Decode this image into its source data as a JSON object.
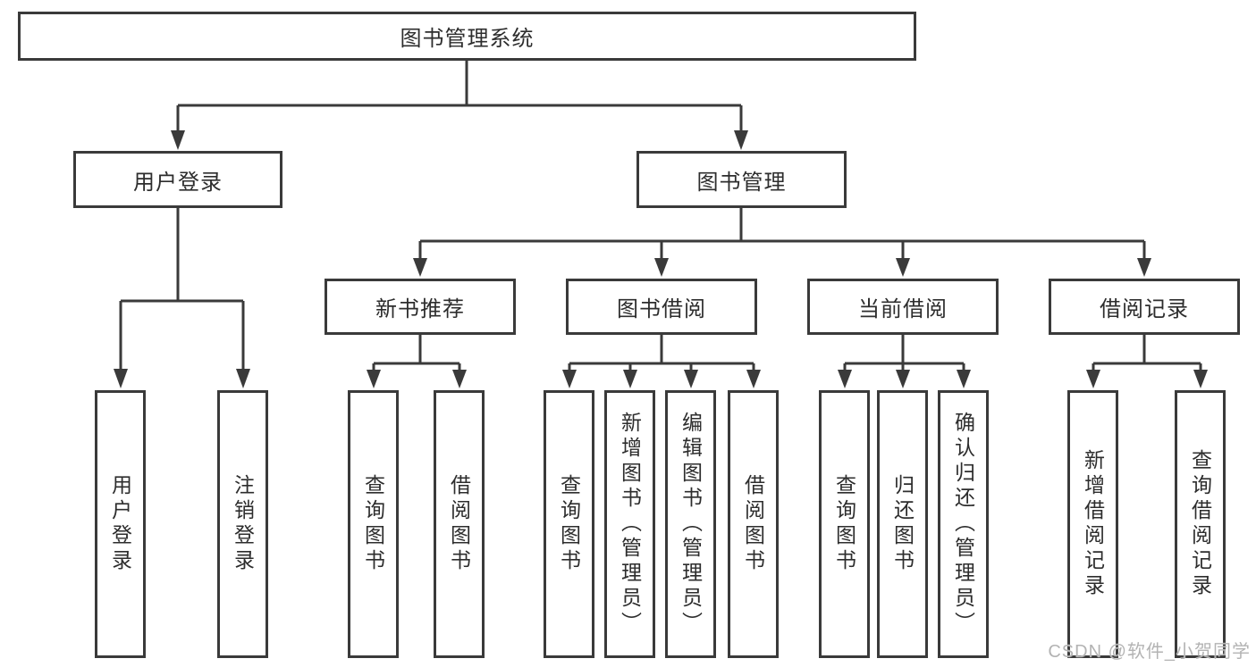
{
  "diagram": {
    "type": "tree",
    "title": "图书管理系统",
    "colors": {
      "line": "#3a3a3a",
      "box_border": "#3a3a3a",
      "box_fill": "#ffffff",
      "text": "#2d2d2d",
      "watermark": "#b3b3b3",
      "background": "#ffffff"
    },
    "root": {
      "label": "图书管理系统"
    },
    "level2": [
      {
        "id": "user-login",
        "label": "用户登录",
        "parent": "root"
      },
      {
        "id": "book-mgmt",
        "label": "图书管理",
        "parent": "root"
      }
    ],
    "level3": [
      {
        "id": "new-book-recommend",
        "label": "新书推荐",
        "parent": "book-mgmt"
      },
      {
        "id": "book-borrow",
        "label": "图书借阅",
        "parent": "book-mgmt"
      },
      {
        "id": "current-borrow",
        "label": "当前借阅",
        "parent": "book-mgmt"
      },
      {
        "id": "borrow-records",
        "label": "借阅记录",
        "parent": "book-mgmt"
      }
    ],
    "leaves": [
      {
        "label": "用户登录",
        "parent": "user-login"
      },
      {
        "label": "注销登录",
        "parent": "user-login"
      },
      {
        "label": "查询图书",
        "parent": "new-book-recommend"
      },
      {
        "label": "借阅图书",
        "parent": "new-book-recommend"
      },
      {
        "label": "查询图书",
        "parent": "book-borrow"
      },
      {
        "label": "新增图书（管理员）",
        "parent": "book-borrow"
      },
      {
        "label": "编辑图书（管理员）",
        "parent": "book-borrow"
      },
      {
        "label": "借阅图书",
        "parent": "book-borrow"
      },
      {
        "label": "查询图书",
        "parent": "current-borrow"
      },
      {
        "label": "归还图书",
        "parent": "current-borrow"
      },
      {
        "label": "确认归还（管理员）",
        "parent": "current-borrow"
      },
      {
        "label": "新增借阅记录",
        "parent": "borrow-records"
      },
      {
        "label": "查询借阅记录",
        "parent": "borrow-records"
      }
    ],
    "watermark": "CSDN @软件_小贺同学"
  }
}
